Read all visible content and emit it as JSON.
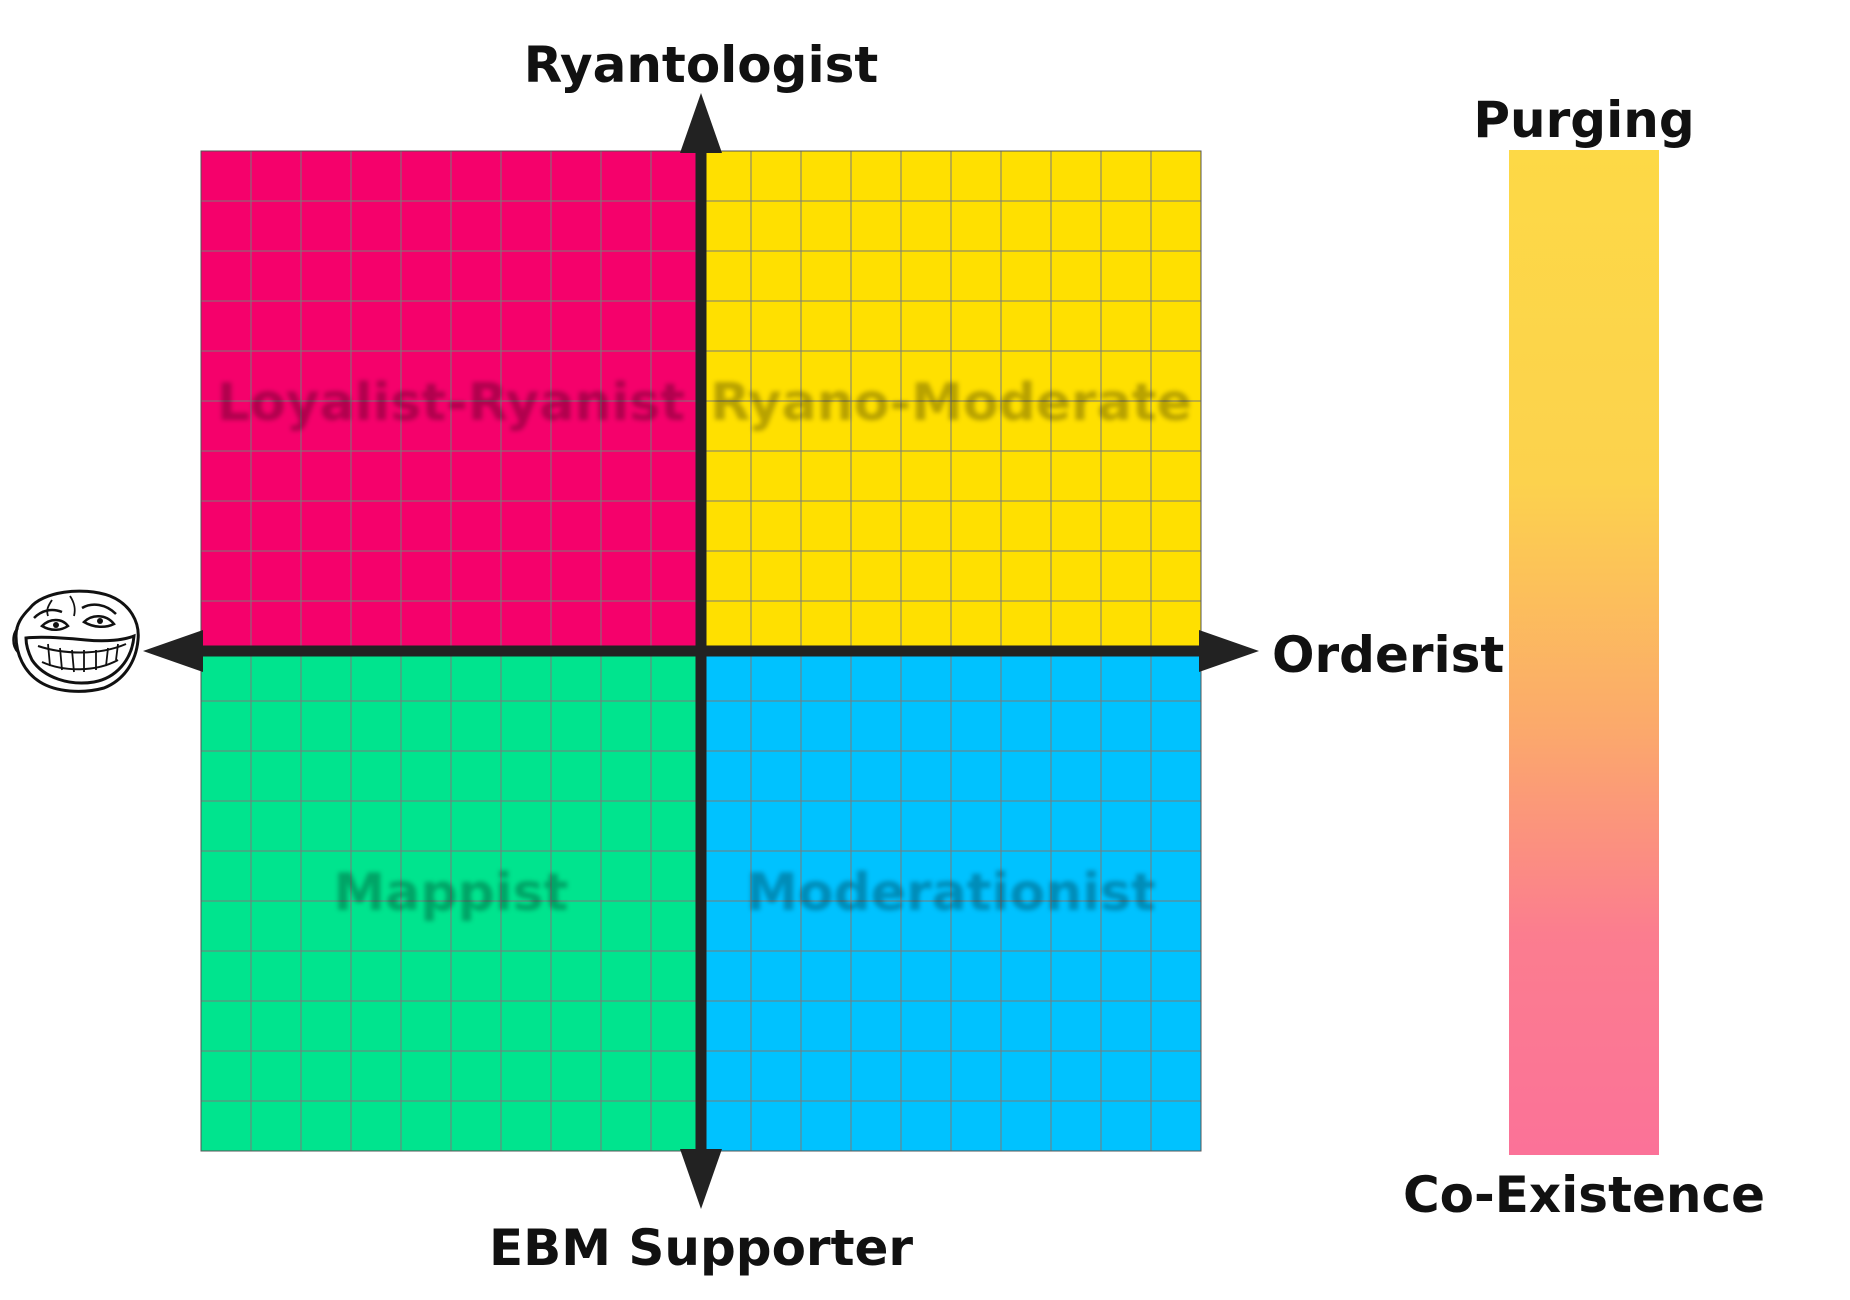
{
  "axes": {
    "top": "Ryantologist",
    "bottom": "EBM Supporter",
    "right": "Orderist",
    "left_icon": "troll-face-icon"
  },
  "quadrants": {
    "top_left": {
      "label": "Loyalist-Ryanist",
      "color": "#f5016b"
    },
    "top_right": {
      "label": "Ryano-Moderate",
      "color": "#ffe000"
    },
    "bottom_left": {
      "label": "Mappist",
      "color": "#00e48e"
    },
    "bottom_right": {
      "label": "Moderationist",
      "color": "#00c2ff"
    }
  },
  "scale": {
    "top": "Purging",
    "bottom": "Co-Existence",
    "gradient": [
      "#fdd946",
      "#fcd24d",
      "#fba86c",
      "#fb7d8f",
      "#fb7298"
    ]
  },
  "grid": {
    "cells_per_side": 20,
    "line_color": "#7a7a7a"
  },
  "axis_color": "#222222"
}
